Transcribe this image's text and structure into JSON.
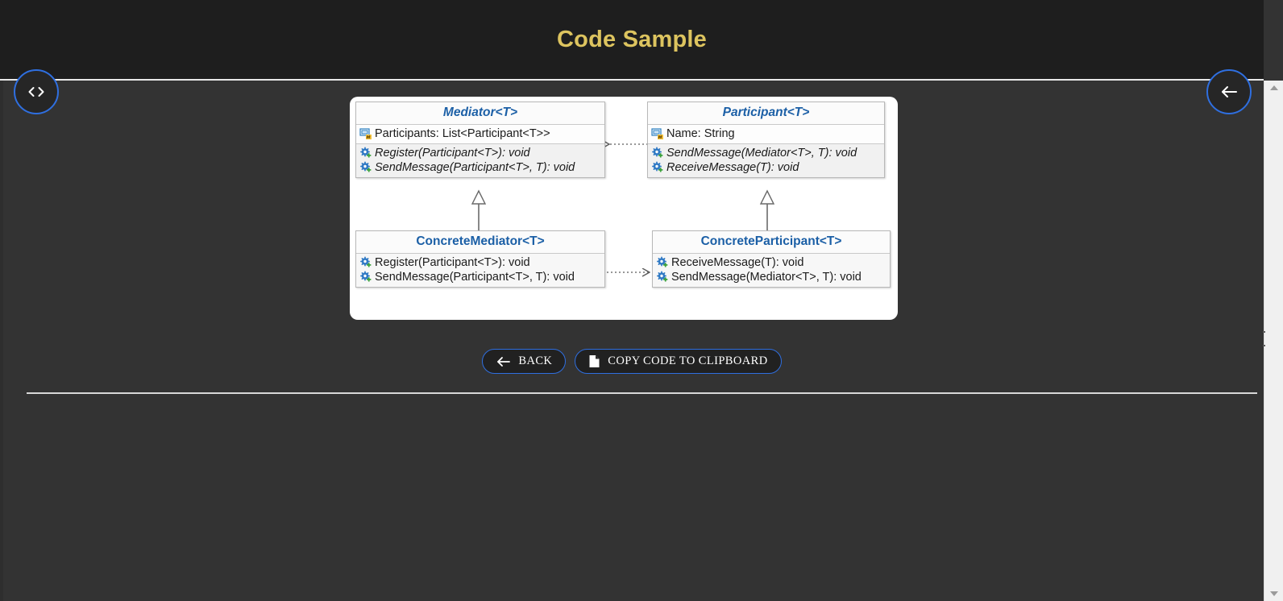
{
  "header": {
    "title": "Code Sample",
    "code_fab_icon": "code-brackets-icon",
    "back_fab_icon": "arrow-left-icon"
  },
  "diagram": {
    "type": "uml-class-diagram",
    "pattern": "Mediator",
    "classes": [
      {
        "id": "mediator",
        "name": "Mediator<T>",
        "abstract": true,
        "fields": [
          {
            "icon": "field-icon",
            "text": "Participants: List<Participant<T>>"
          }
        ],
        "methods": [
          {
            "icon": "method-icon",
            "text": "Register(Participant<T>): void",
            "abstract": true
          },
          {
            "icon": "method-icon",
            "text": "SendMessage(Participant<T>, T): void",
            "abstract": true
          }
        ]
      },
      {
        "id": "participant",
        "name": "Participant<T>",
        "abstract": true,
        "fields": [
          {
            "icon": "field-icon",
            "text": "Name: String"
          }
        ],
        "methods": [
          {
            "icon": "method-icon",
            "text": "SendMessage(Mediator<T>, T): void",
            "abstract": true
          },
          {
            "icon": "method-icon",
            "text": "ReceiveMessage(T): void",
            "abstract": true
          }
        ]
      },
      {
        "id": "concrete-mediator",
        "name": "ConcreteMediator<T>",
        "abstract": false,
        "fields": [],
        "methods": [
          {
            "icon": "method-icon",
            "text": "Register(Participant<T>): void",
            "abstract": false
          },
          {
            "icon": "method-icon",
            "text": "SendMessage(Participant<T>, T): void",
            "abstract": false
          }
        ]
      },
      {
        "id": "concrete-participant",
        "name": "ConcreteParticipant<T>",
        "abstract": false,
        "fields": [],
        "methods": [
          {
            "icon": "method-icon",
            "text": "ReceiveMessage(T): void",
            "abstract": false
          },
          {
            "icon": "method-icon",
            "text": "SendMessage(Mediator<T>, T): void",
            "abstract": false
          }
        ]
      }
    ],
    "relationships": [
      {
        "kind": "dependency",
        "from": "participant",
        "to": "mediator",
        "style": "dotted-arrow"
      },
      {
        "kind": "generalization",
        "from": "concrete-mediator",
        "to": "mediator",
        "style": "hollow-triangle"
      },
      {
        "kind": "generalization",
        "from": "concrete-participant",
        "to": "participant",
        "style": "hollow-triangle"
      },
      {
        "kind": "dependency",
        "from": "concrete-mediator",
        "to": "concrete-participant",
        "style": "dotted-arrow"
      }
    ]
  },
  "actions": {
    "back_label": "BACK",
    "back_icon": "arrow-left-icon",
    "copy_label": "COPY CODE TO CLIPBOARD",
    "copy_icon": "file-copy-icon"
  },
  "colors": {
    "header_bg": "#1e1e1e",
    "body_bg": "#333333",
    "title_gold": "#ddc45f",
    "accent_blue": "#2f6fe0",
    "uml_title_blue": "#1b5fa6"
  }
}
